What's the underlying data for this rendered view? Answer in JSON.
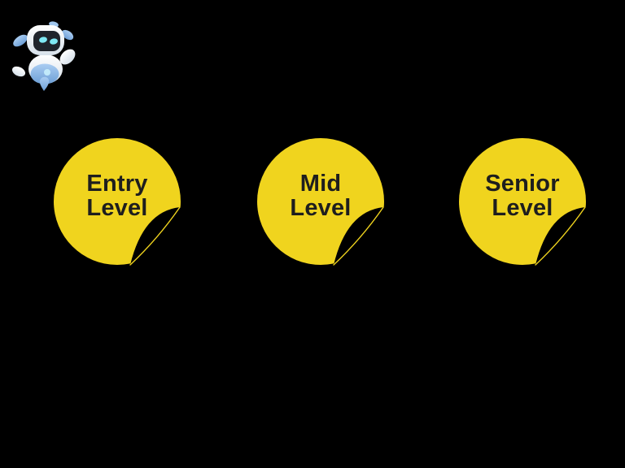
{
  "colors": {
    "background": "#000000",
    "sticker-yellow": "#F0D41E",
    "sticker-text": "#1E1E1E",
    "robot-blue": "#84B7E8",
    "robot-eye-cyan": "#7FE8F4"
  },
  "mascot": {
    "id": "robot-mascot"
  },
  "stickers": {
    "items": [
      {
        "id": "entry-level",
        "label": "Entry Level",
        "lines": [
          "Entry",
          "Level"
        ]
      },
      {
        "id": "mid-level",
        "label": "Mid Level",
        "lines": [
          "Mid",
          "Level"
        ]
      },
      {
        "id": "senior-level",
        "label": "Senior Level",
        "lines": [
          "Senior",
          "Level"
        ]
      }
    ]
  }
}
